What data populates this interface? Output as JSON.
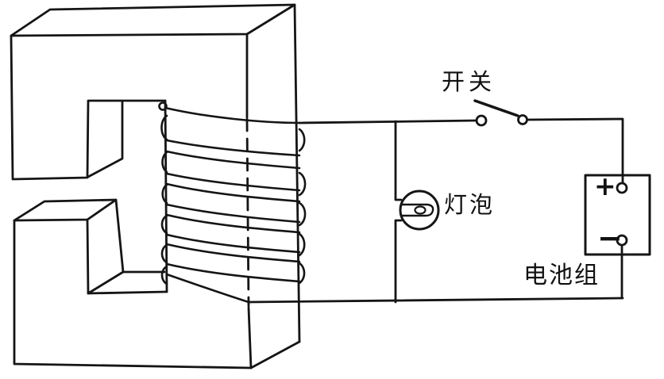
{
  "labels": {
    "switch": "开关",
    "bulb": "灯泡",
    "battery": "电池组"
  },
  "battery": {
    "positive_terminal": "+",
    "negative_terminal": "−"
  },
  "colors": {
    "line": "#151515",
    "background": "#ffffff"
  },
  "components": {
    "core": "c-shaped-iron-core",
    "coil": "coil-winding",
    "switch": "open-knife-switch",
    "bulb": "light-bulb",
    "battery": "battery-pack"
  }
}
